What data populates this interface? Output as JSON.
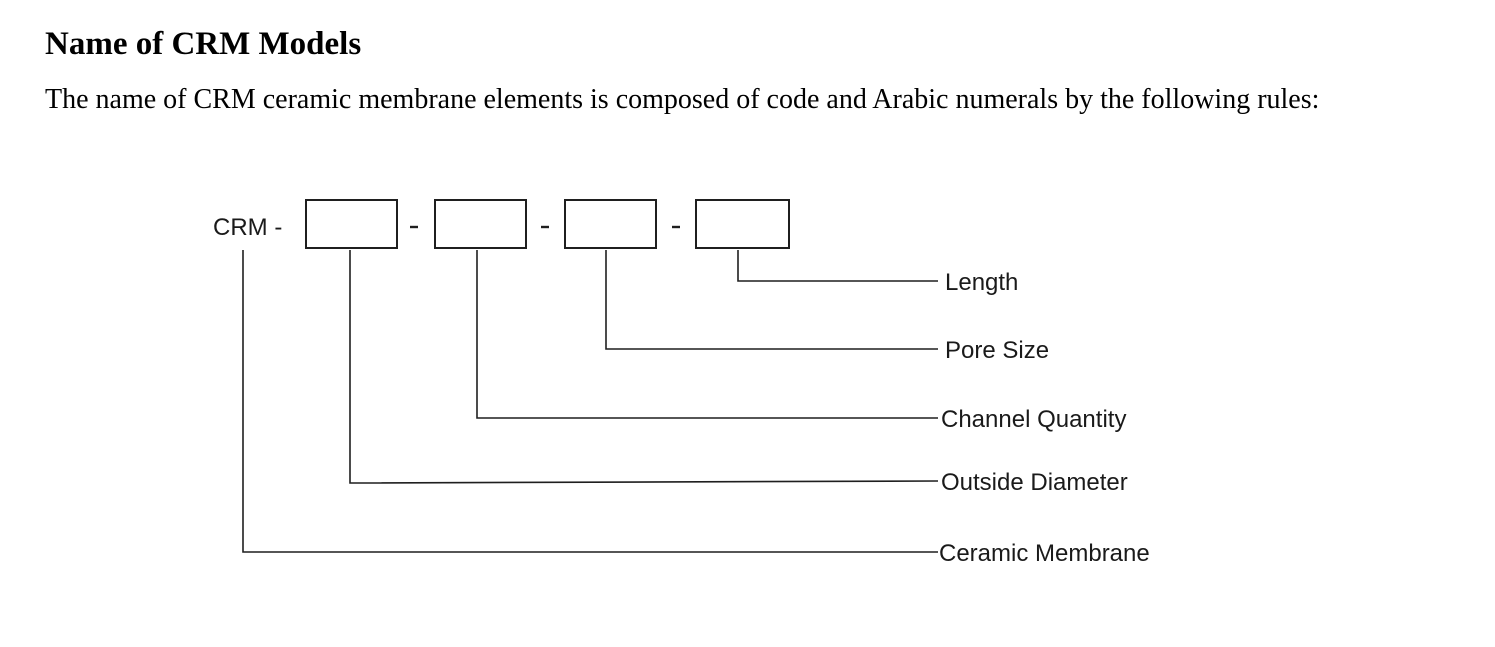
{
  "heading": "Name of CRM Models",
  "intro": "The name of CRM ceramic membrane elements is composed of code and Arabic numerals by the following rules:",
  "diagram": {
    "prefix": "CRM -",
    "labels": {
      "length": "Length",
      "pore_size": "Pore Size",
      "channel_quantity": "Channel Quantity",
      "outside_diameter": "Outside Diameter",
      "ceramic_membrane": "Ceramic Membrane"
    }
  }
}
